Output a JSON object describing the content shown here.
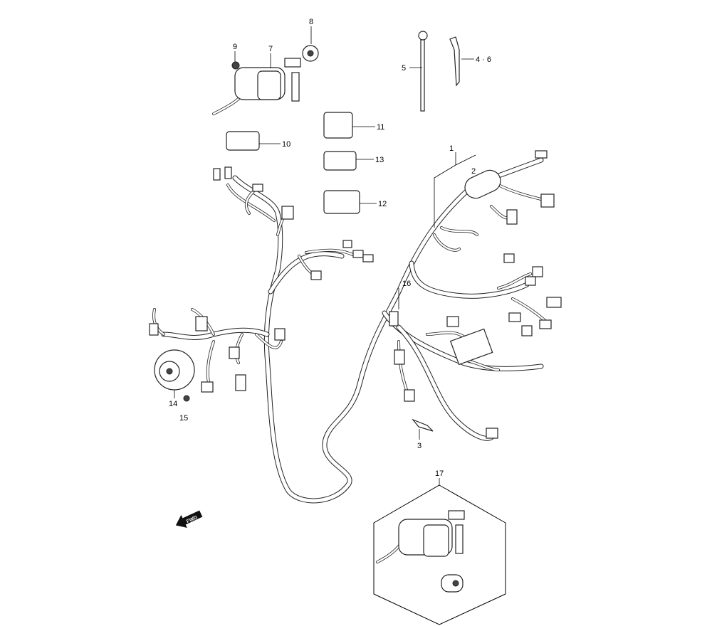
{
  "diagram": {
    "title": "Wiring harness exploded parts diagram",
    "callouts": {
      "c1": "1",
      "c2": "2",
      "c3": "3",
      "c4_6": "4 · 6",
      "c5": "5",
      "c7": "7",
      "c8": "8",
      "c9": "9",
      "c10": "10",
      "c11": "11",
      "c12": "12",
      "c13": "13",
      "c14": "14",
      "c15": "15",
      "c16": "16",
      "c17": "17"
    },
    "direction_arrow": "FWD"
  }
}
